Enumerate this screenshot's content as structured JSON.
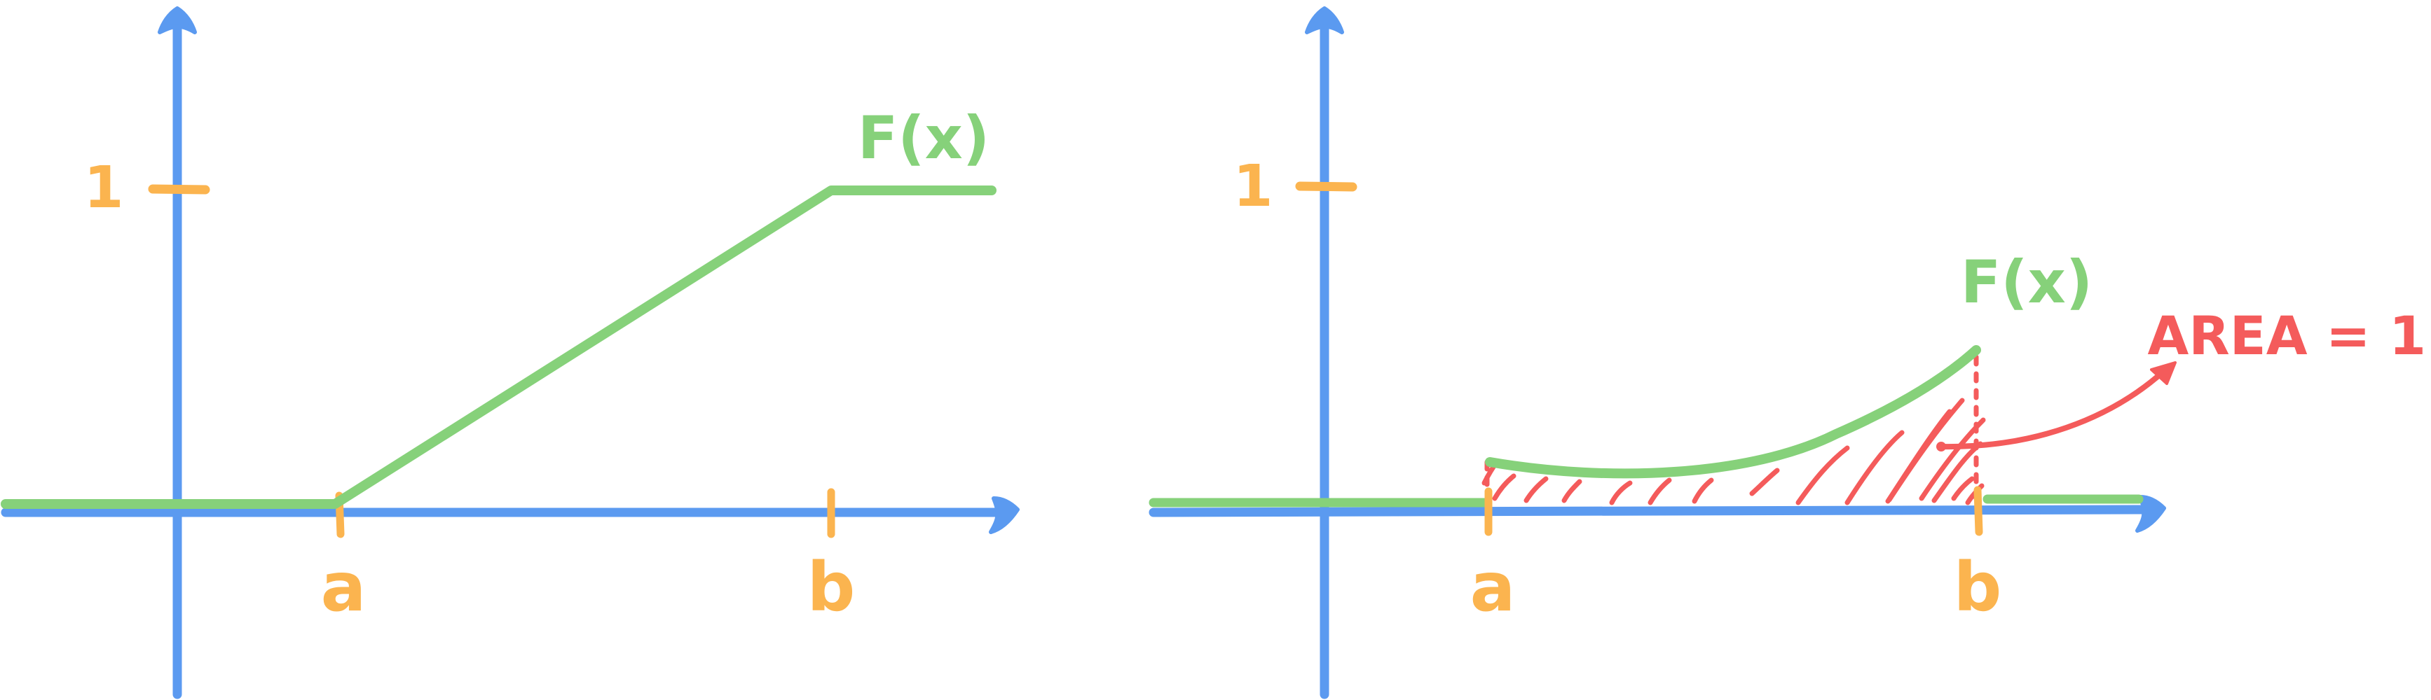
{
  "colors": {
    "axis": "#5b9af0",
    "marks": "#fbb44f",
    "curve": "#86d17a",
    "area": "#f45b5b",
    "background": "#ffffff"
  },
  "left_plot": {
    "y_tick_label": "1",
    "x_tick_a": "a",
    "x_tick_b": "b",
    "curve_label": "F(x)"
  },
  "right_plot": {
    "y_tick_label": "1",
    "x_tick_a": "a",
    "x_tick_b": "b",
    "curve_label": "F(x)",
    "area_annotation": "AREA = 1"
  }
}
